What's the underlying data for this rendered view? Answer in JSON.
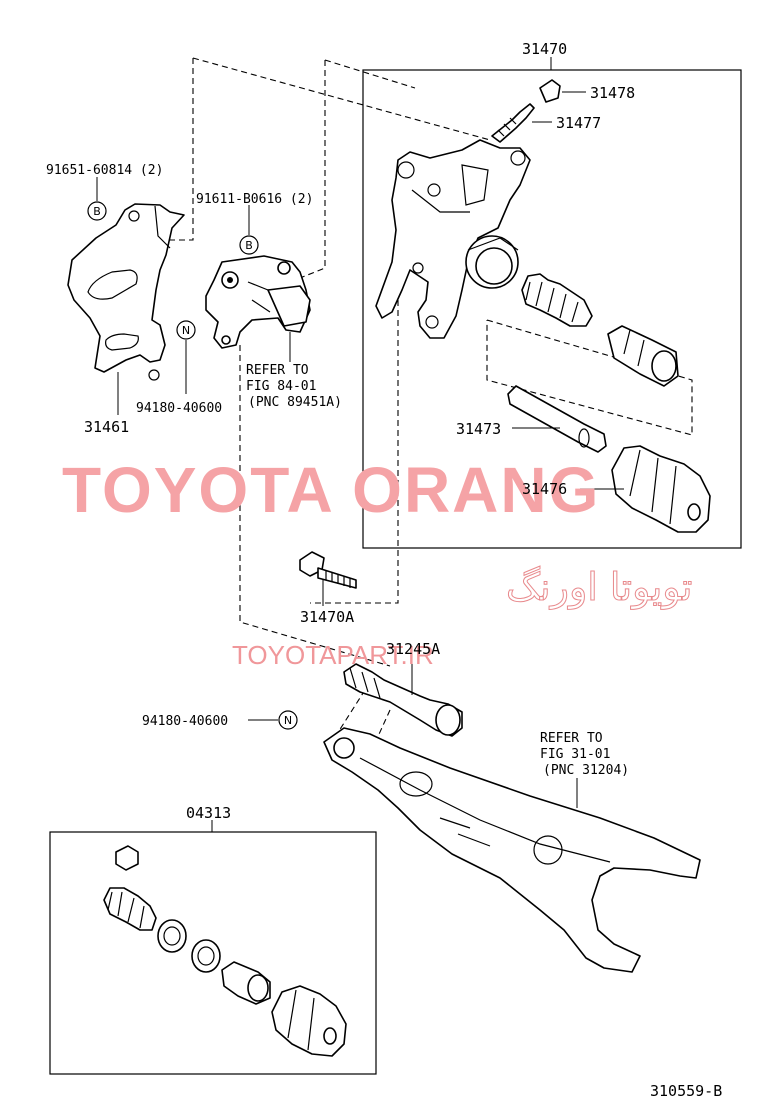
{
  "labels": {
    "p31470": "31470",
    "p31478": "31478",
    "p31477": "31477",
    "p91651": "91651-60814 (2)",
    "p91611": "91611-B0616 (2)",
    "refer1_a": "REFER TO",
    "refer1_b": "FIG 84-01",
    "refer1_c": "(PNC 89451A)",
    "p31461": "31461",
    "p94180a": "94180-40600",
    "p31473": "31473",
    "p31476": "31476",
    "p31470A": "31470A",
    "p31245A": "31245A",
    "p94180b": "94180-40600",
    "refer2_a": "REFER TO",
    "refer2_b": "FIG 31-01",
    "refer2_c": "(PNC 31204)",
    "p04313": "04313",
    "code": "310559-B"
  },
  "markers": {
    "b1": "B",
    "b2": "B",
    "n1": "N",
    "n2": "N"
  },
  "watermark": {
    "main": "TOYOTA ORANG",
    "persian": "تویوتا اورنگ",
    "url": "TOYOTAPART.IR"
  }
}
